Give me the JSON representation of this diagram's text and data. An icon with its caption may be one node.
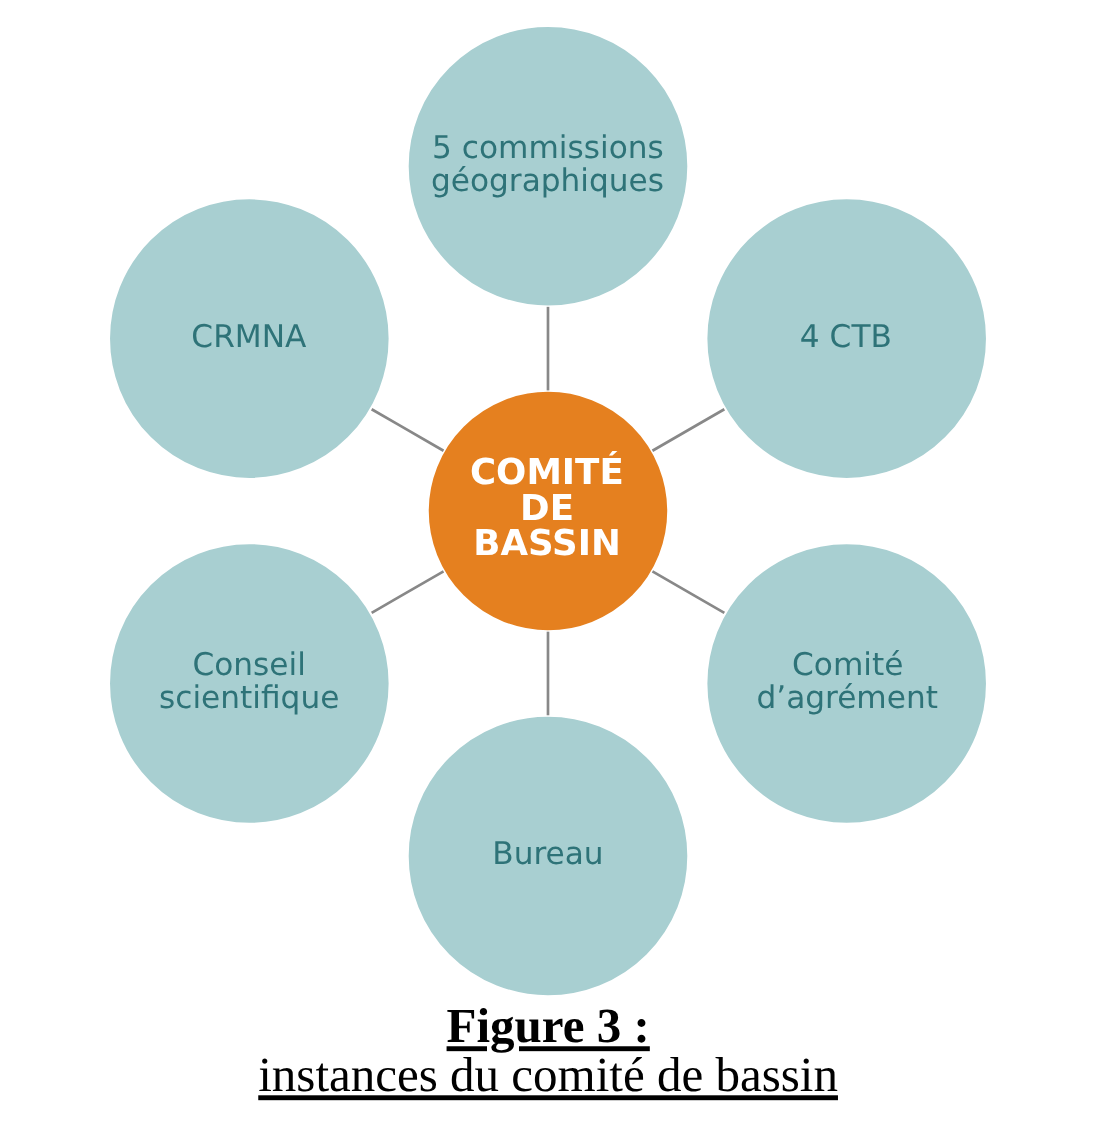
{
  "diagram": {
    "title": "Figure 3 :",
    "caption": "instances du comité de bassin",
    "nodes": [
      {
        "text": [
          "COMITÉ DE BASSIN"
        ]
      },
      {
        "text": [
          "4 CTB"
        ]
      },
      {
        "text": [
          "5 commissions géographiques"
        ]
      },
      {
        "text": [
          "CRMNA"
        ]
      },
      {
        "text": [
          "Conseil scientifique"
        ]
      },
      {
        "text": [
          "Bureau"
        ]
      },
      {
        "text": [
          "Comité d’agrément"
        ]
      }
    ],
    "edges": [
      {
        "from": 0,
        "to": 1,
        "arrow": "none"
      },
      {
        "from": 0,
        "to": 2,
        "arrow": "none"
      },
      {
        "from": 0,
        "to": 3,
        "arrow": "none"
      },
      {
        "from": 0,
        "to": 4,
        "arrow": "none"
      },
      {
        "from": 0,
        "to": 5,
        "arrow": "none"
      },
      {
        "from": 0,
        "to": 6,
        "arrow": "none"
      }
    ]
  }
}
